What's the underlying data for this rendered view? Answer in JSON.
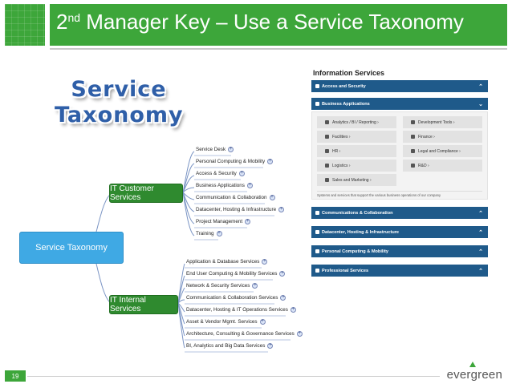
{
  "header": {
    "title_sup": "nd",
    "title_prefix": "2",
    "title_rest": " Manager Key – Use a Service Taxonomy"
  },
  "big_title": {
    "line1": "Service",
    "line2": "Taxonomy"
  },
  "mindmap": {
    "root": "Service Taxonomy",
    "customer": {
      "label": "IT Customer Services",
      "items": [
        "Service Desk",
        "Personal Computing & Mobility",
        "Access & Security",
        "Business Applications",
        "Communication & Collaboration",
        "Datacenter, Hosting & Infrastructure",
        "Project Management",
        "Training"
      ]
    },
    "internal": {
      "label": "IT Internal Services",
      "items": [
        "Application & Database Services",
        "End User Computing & Mobility Services",
        "Network & Security Services",
        "Communication & Collaboration Services",
        "Datacenter, Hosting & IT Operations Services",
        "Asset & Vendor Mgmt. Services",
        "Architecture, Consulting & Governance Services",
        "BI, Analytics and Big Data Services"
      ]
    }
  },
  "info_panel": {
    "title": "Information Services",
    "sections": [
      {
        "label": "Access and Security",
        "chevron": "⌃"
      },
      {
        "label": "Business Applications",
        "chevron": "⌄"
      },
      {
        "label": "Communications & Collaboration",
        "chevron": "⌃"
      },
      {
        "label": "Datacenter, Hosting & Infrastructure",
        "chevron": "⌃"
      },
      {
        "label": "Personal Computing & Mobility",
        "chevron": "⌃"
      },
      {
        "label": "Professional Services",
        "chevron": "⌃"
      }
    ],
    "business_apps": [
      "Analytics / BI / Reporting ›",
      "Development Tools ›",
      "Facilities ›",
      "Finance ›",
      "HR ›",
      "Legal and Compliance ›",
      "Logistics ›",
      "R&D ›",
      "Sales and Marketing ›"
    ],
    "business_apps_desc": "Systems and services that support the various business operations of our company"
  },
  "footer": {
    "page": "19",
    "logo": "evergreen"
  }
}
